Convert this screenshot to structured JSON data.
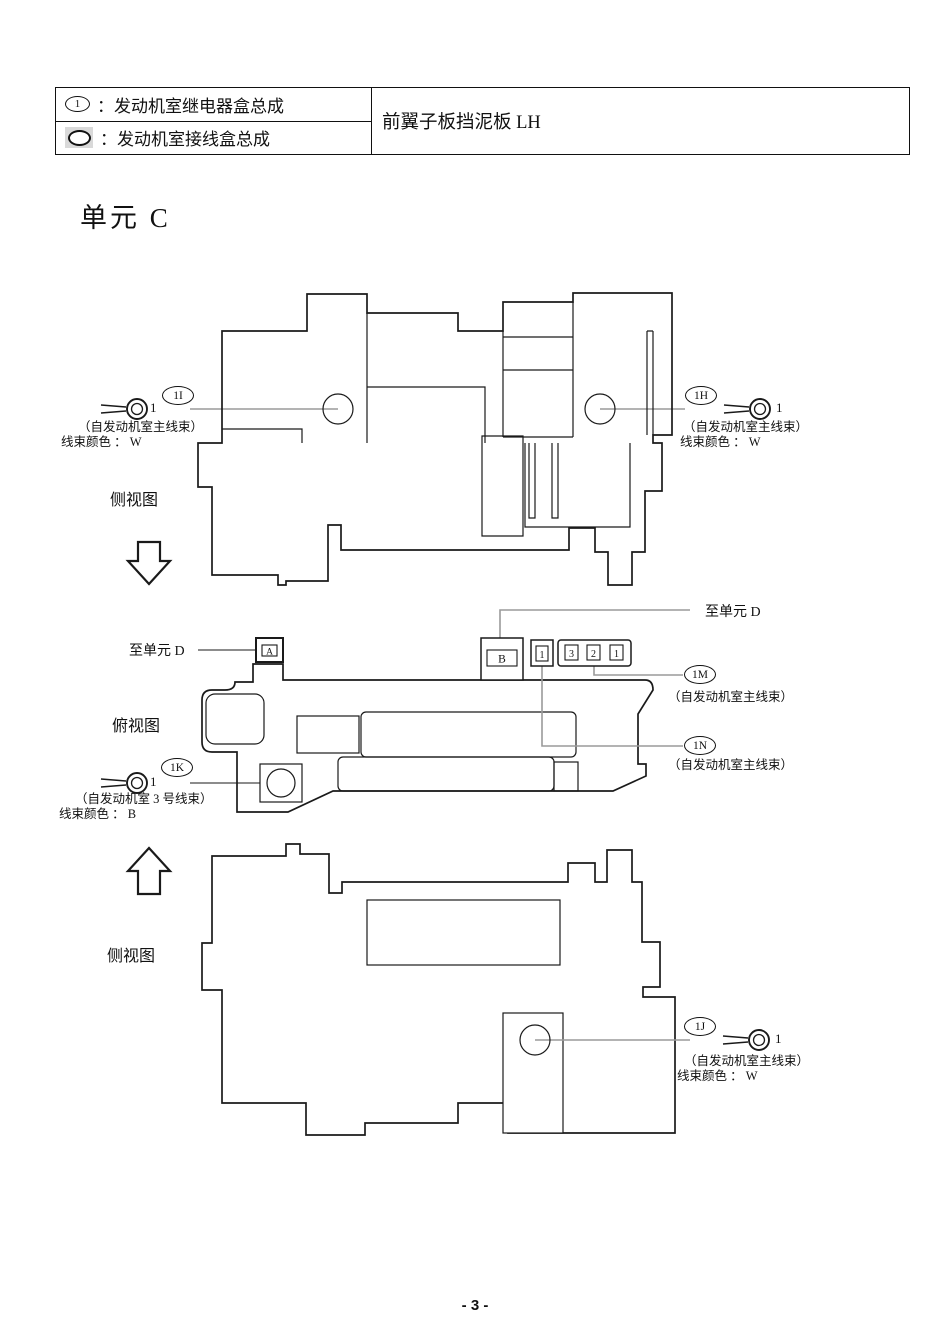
{
  "legend": {
    "row1": {
      "symbol_text": "1",
      "label": "：发动机室继电器盒总成"
    },
    "row2": {
      "label": "：发动机室接线盒总成"
    },
    "location_title": "前翼子板挡泥板  LH"
  },
  "unit_title": "单元  C",
  "diagram1": {
    "view_label": "侧视图",
    "left_connector": {
      "id": "1I",
      "pin": "1",
      "source": "（自发动机室主线束）",
      "color": "线束颜色 ： W"
    },
    "right_connector": {
      "id": "1H",
      "pin": "1",
      "source": "（自发动机室主线束）",
      "color": "线束颜色 ： W"
    }
  },
  "diagram2": {
    "view_label": "俯视图",
    "to_unit_left": "至单元  D",
    "to_unit_right": "至单元  D",
    "box_a": "A",
    "box_b": "B",
    "box_1": "1",
    "group_boxes": [
      "3",
      "2",
      "1"
    ],
    "connector_1k": {
      "id": "1K",
      "pin": "1",
      "source": "（自发动机室 3 号线束）",
      "color": "线束颜色 ： B"
    },
    "connector_1m": {
      "id": "1M",
      "source": "（自发动机室主线束）"
    },
    "connector_1n": {
      "id": "1N",
      "source": "（自发动机室主线束）"
    }
  },
  "diagram3": {
    "view_label": "侧视图",
    "connector_1j": {
      "id": "1J",
      "pin": "1",
      "source": "（自发动机室主线束）",
      "color": "线束颜色 ： W"
    }
  },
  "footer": {
    "page_number": "- 3 -"
  }
}
